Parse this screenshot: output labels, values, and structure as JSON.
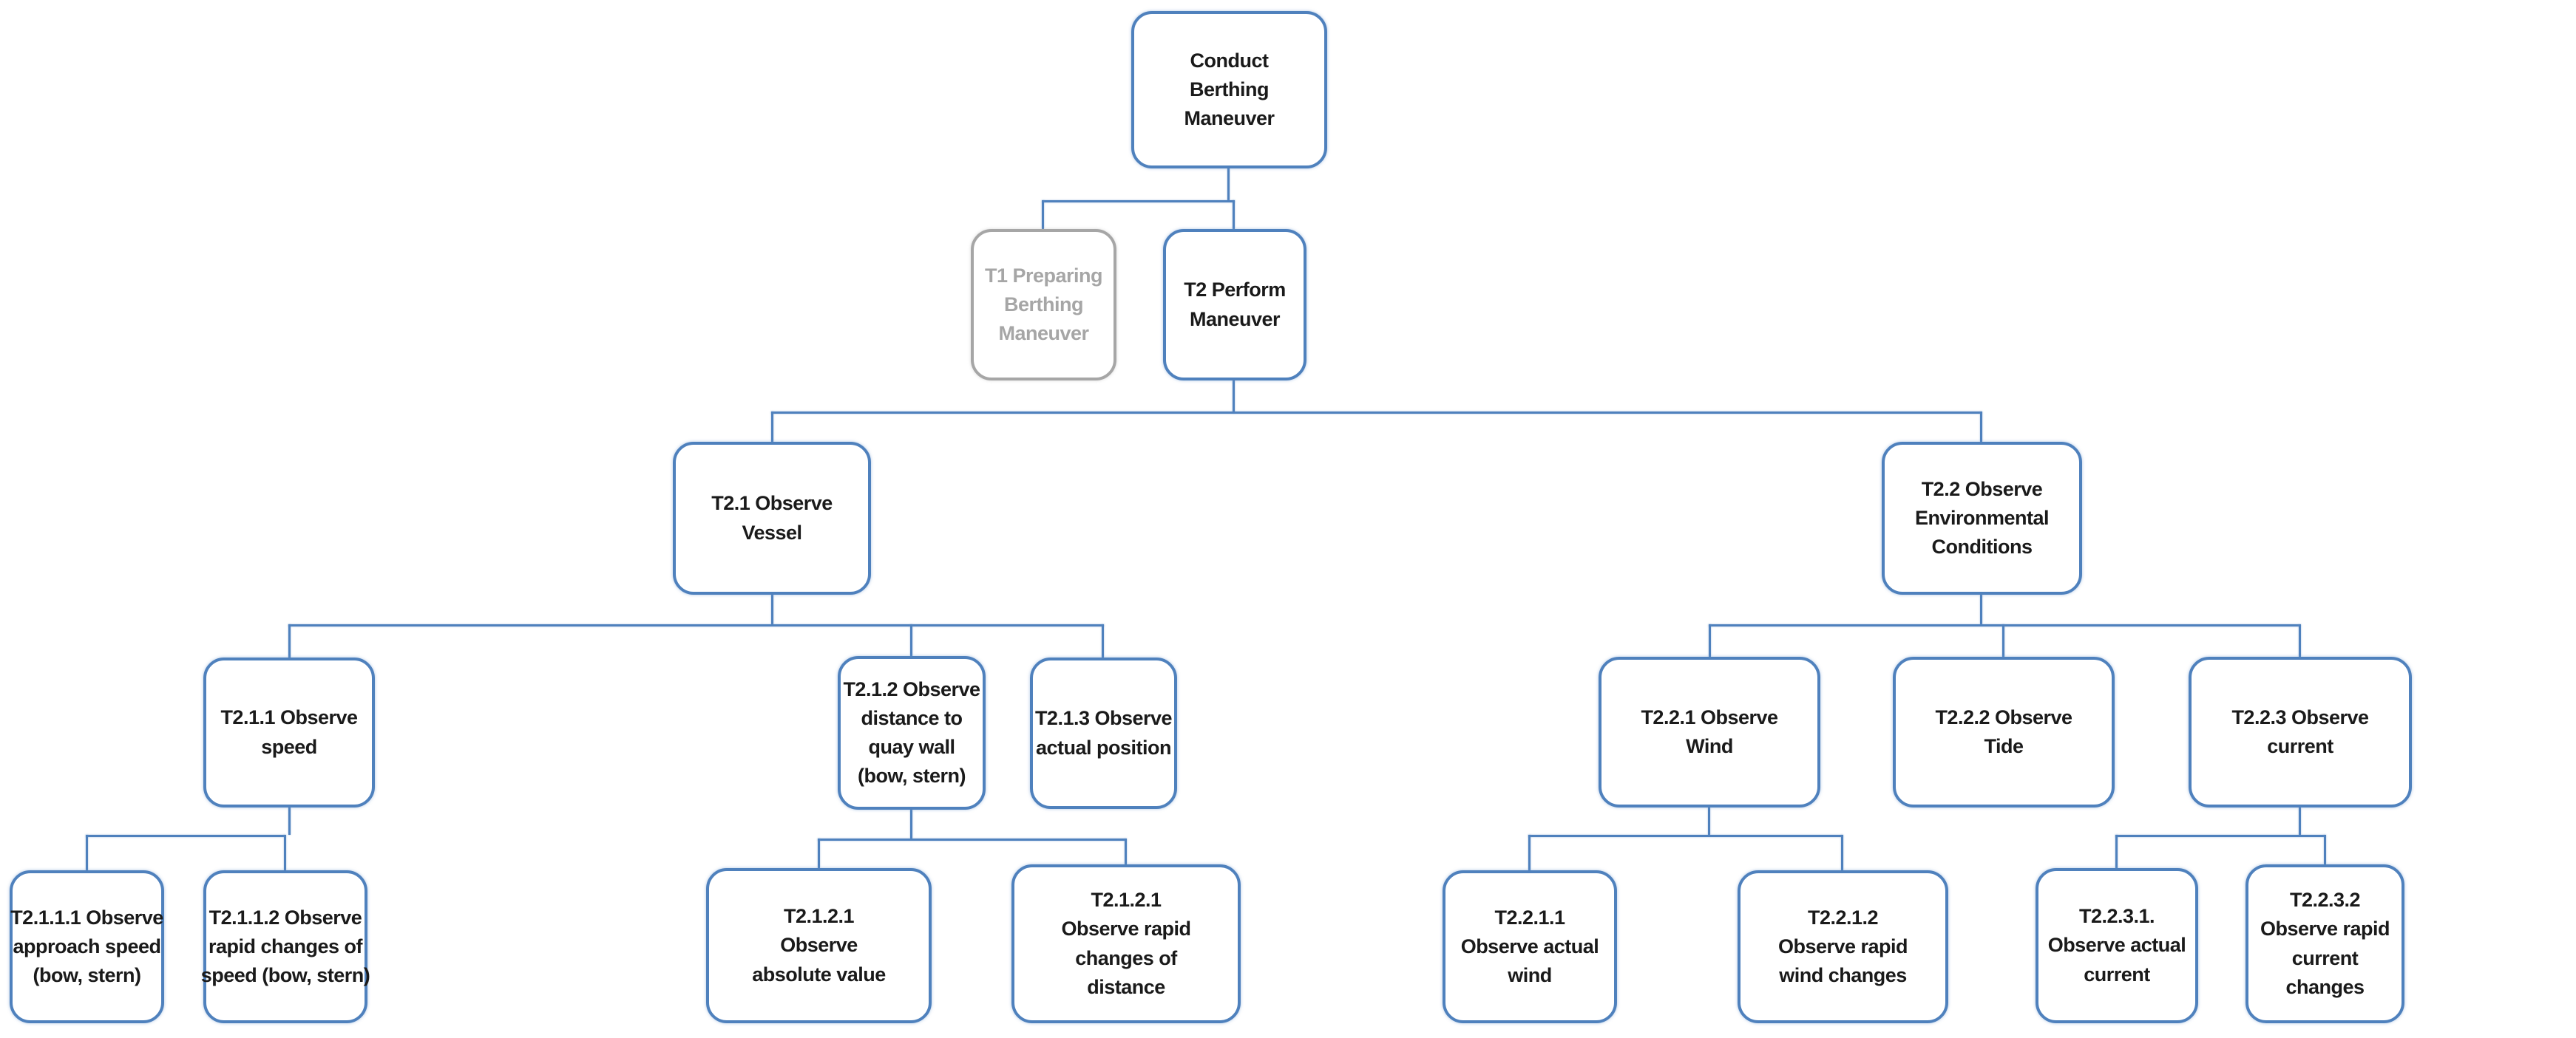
{
  "diagram": {
    "type": "hierarchical-task-tree",
    "colors": {
      "node_border": "#4f81bd",
      "connector": "#4f81bd",
      "text": "#1a1a1a",
      "dimmed_node": "#a6a6a6",
      "background": "#ffffff"
    },
    "tree": {
      "label": "Conduct\nBerthing\nManeuver",
      "children": [
        {
          "label": "T1 Preparing\nBerthing\nManeuver",
          "dimmed": true,
          "children": []
        },
        {
          "label": "T2 Perform\nManeuver",
          "children": [
            {
              "label": "T2.1 Observe\nVessel",
              "children": [
                {
                  "label": "T2.1.1 Observe\nspeed",
                  "children": [
                    {
                      "label": "T2.1.1.1 Observe\napproach speed\n(bow, stern)"
                    },
                    {
                      "label": "T2.1.1.2 Observe\nrapid changes of\nspeed (bow, stern)"
                    }
                  ]
                },
                {
                  "label": "T2.1.2 Observe\ndistance to\nquay wall\n(bow, stern)",
                  "children": [
                    {
                      "label": "T2.1.2.1\nObserve\nabsolute value"
                    },
                    {
                      "label": "T2.1.2.1\nObserve rapid\nchanges of\ndistance"
                    }
                  ]
                },
                {
                  "label": "T2.1.3 Observe\nactual position",
                  "children": []
                }
              ]
            },
            {
              "label": "T2.2 Observe\nEnvironmental\nConditions",
              "children": [
                {
                  "label": "T2.2.1 Observe\nWind",
                  "children": [
                    {
                      "label": "T2.2.1.1\nObserve actual\nwind"
                    },
                    {
                      "label": "T2.2.1.2\nObserve rapid\nwind changes"
                    }
                  ]
                },
                {
                  "label": "T2.2.2 Observe\nTide",
                  "children": []
                },
                {
                  "label": "T2.2.3 Observe\ncurrent",
                  "children": [
                    {
                      "label": "T2.2.3.1.\nObserve actual\ncurrent"
                    },
                    {
                      "label": "T2.2.3.2\nObserve rapid\ncurrent\nchanges"
                    }
                  ]
                }
              ]
            }
          ]
        }
      ]
    }
  }
}
